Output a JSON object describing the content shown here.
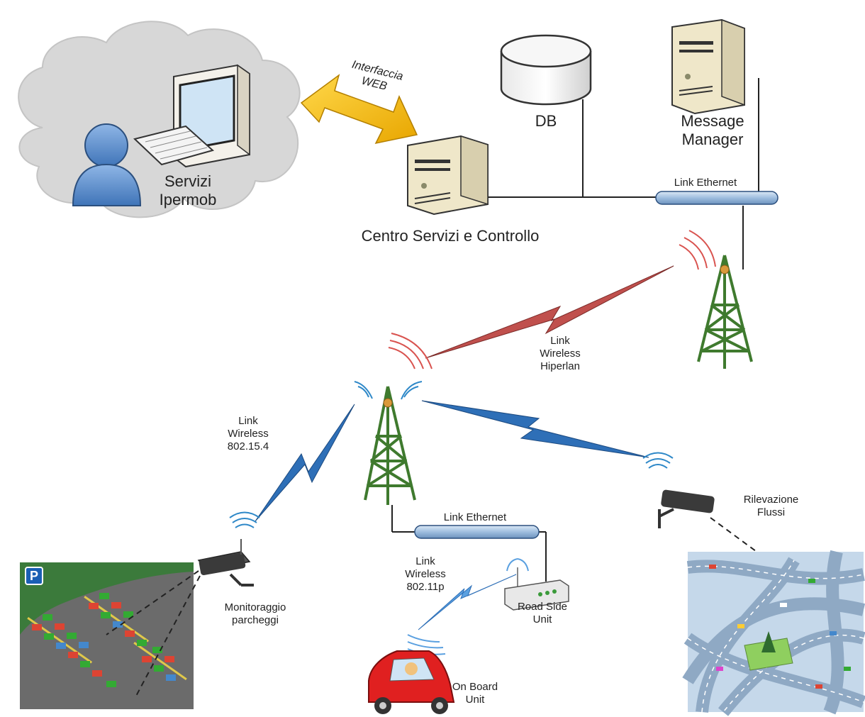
{
  "nodes": {
    "servizi_ipermob": [
      "Servizi",
      "Ipermob"
    ],
    "interfaccia_web": [
      "Interfaccia",
      "WEB"
    ],
    "db": "DB",
    "message_manager": [
      "Message",
      "Manager"
    ],
    "link_ethernet_top": "Link Ethernet",
    "centro_servizi": "Centro Servizi e Controllo",
    "link_hiperlan": [
      "Link",
      "Wireless",
      "Hiperlan"
    ],
    "link_802154": [
      "Link",
      "Wireless",
      "802.15.4"
    ],
    "link_ethernet_bottom": "Link Ethernet",
    "rilevazione_flussi": [
      "Rilevazione",
      "Flussi"
    ],
    "link_80211p": [
      "Link",
      "Wireless",
      "802.11p"
    ],
    "road_side_unit": [
      "Road Side",
      "Unit"
    ],
    "monitoraggio": [
      "Monitoraggio",
      "parcheggi"
    ],
    "on_board_unit": [
      "On Board",
      "Unit"
    ],
    "parking_sign": "P"
  },
  "colors": {
    "cloud": "#d6d6d6",
    "arrow": "#f2b705",
    "server_body": "#efe7c9",
    "tower": "#6aa84f",
    "hiperlan_bolt": "#c0504d",
    "wireless_bolt": "#2e6fb7",
    "ethernet_bar": "#a9c4e0",
    "car": "#e02020",
    "road": "#9fb7d0",
    "parking_bg": "#6b6b6b",
    "grass": "#3b7a3b"
  }
}
